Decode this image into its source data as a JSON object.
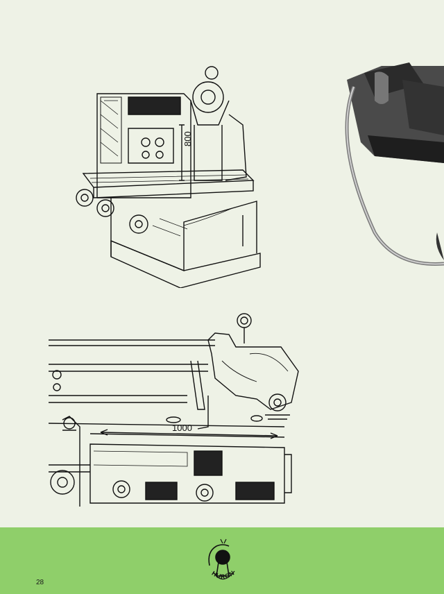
{
  "page": {
    "background_color": "#eef2e6",
    "footer_color": "#8fcf6a",
    "page_number": "28"
  },
  "figures": {
    "top_drawing": {
      "icon": "milling-machine-line-drawing",
      "dimension_label": "800"
    },
    "bottom_drawing": {
      "icon": "milling-head-table-line-drawing",
      "dimension_label": "1000"
    },
    "photo": {
      "icon": "motor-unit-photo"
    }
  },
  "logo": {
    "icon": "huron-logo",
    "text": "HURON"
  }
}
